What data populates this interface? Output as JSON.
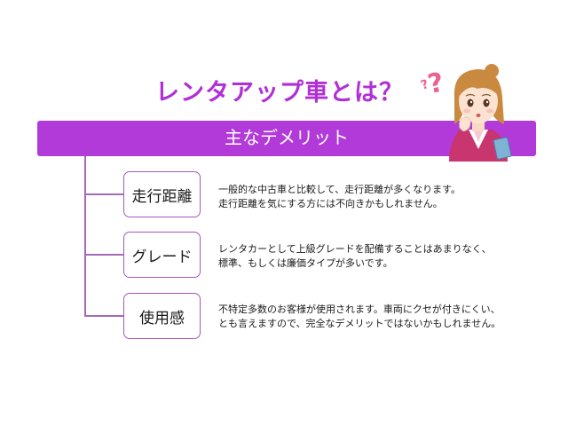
{
  "title": "レンタアップ車とは？",
  "banner": {
    "label": "主なデメリット"
  },
  "items": [
    {
      "label": "走行距離",
      "lines": [
        "一般的な中古車と比較して、走行距離が多くなります。",
        "走行距離を気にする方には不向きかもしれません。"
      ]
    },
    {
      "label": "グレード",
      "lines": [
        "レンタカーとして上級グレードを配備することはあまりなく、",
        "標準、もしくは廉価タイプが多いです。"
      ]
    },
    {
      "label": "使用感",
      "lines": [
        "不特定多数のお客様が使用されます。車両にクセが付きにくい、",
        "とも言えますので、完全なデメリットではないかもしれません。"
      ]
    }
  ],
  "colors": {
    "accent": "#b13ad8",
    "title": "#b12fd6",
    "border": "#a558bd",
    "question_mark": "#e9638e"
  },
  "illustration": {
    "name": "thinking-woman-illustration"
  }
}
